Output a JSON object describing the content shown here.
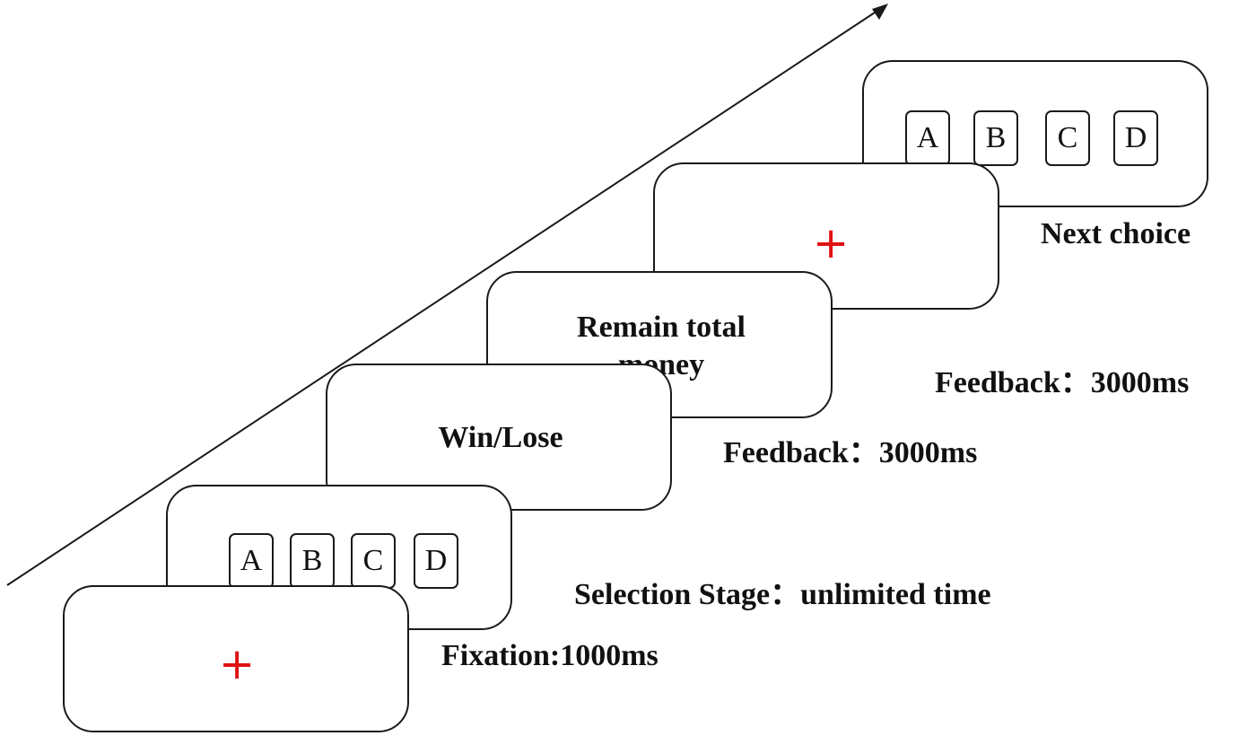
{
  "screens": {
    "fixation": {
      "symbol": "+",
      "symbol_color": "#e01212"
    },
    "selection": {
      "cards": [
        "A",
        "B",
        "C",
        "D"
      ]
    },
    "win_lose": {
      "text": "Win/Lose"
    },
    "remain_total": {
      "line1": "Remain total",
      "line2": "money"
    },
    "fixation2": {
      "symbol": "+",
      "symbol_color": "#e01212"
    },
    "next_choice": {
      "cards": [
        "A",
        "B",
        "C",
        "D"
      ]
    }
  },
  "labels": {
    "fixation": "Fixation:1000ms",
    "selection": "Selection Stage：unlimited time",
    "feedback1": "Feedback：3000ms",
    "feedback2": "Feedback：3000ms",
    "next_choice": "Next choice"
  },
  "colors": {
    "outline": "#1a1a1a",
    "fixation_cross": "#e01212",
    "background": "#ffffff"
  },
  "icons": {
    "time_axis": "arrow-icon"
  }
}
